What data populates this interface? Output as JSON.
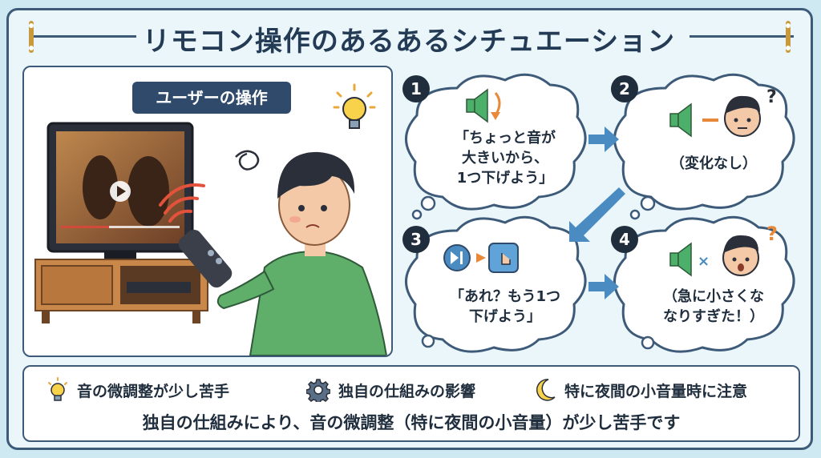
{
  "title": "リモコン操作のあるあるシチュエーション",
  "user_label": "ユーザーの操作",
  "steps": [
    {
      "number": "1",
      "lines": [
        "「ちょっと音が",
        "大きいから、",
        "1つ下げよう」"
      ]
    },
    {
      "number": "2",
      "lines": [
        "（変化なし）"
      ]
    },
    {
      "number": "3",
      "lines": [
        "「あれ？もう1つ",
        "下げよう」"
      ]
    },
    {
      "number": "4",
      "lines": [
        "（急に小さくな",
        "なりすぎた！）"
      ]
    }
  ],
  "footer": {
    "features": [
      {
        "icon": "lightbulb-icon",
        "label": "音の微調整が少し苦手"
      },
      {
        "icon": "gear-icon",
        "label": "独自の仕組みの影響"
      },
      {
        "icon": "moon-icon",
        "label": "特に夜間の小音量時に注意"
      }
    ],
    "summary": "独自の仕組みにより、音の微調整（特に夜間の小音量）が少し苦手です"
  },
  "colors": {
    "background": "#cfe9f3",
    "panel_border": "#3d5a78",
    "label_bg": "#2f4a6b",
    "shirt_green": "#5fae6a",
    "speaker_green": "#4caf6a",
    "arrow_blue": "#4a8cc2",
    "question_orange": "#e8893a"
  }
}
